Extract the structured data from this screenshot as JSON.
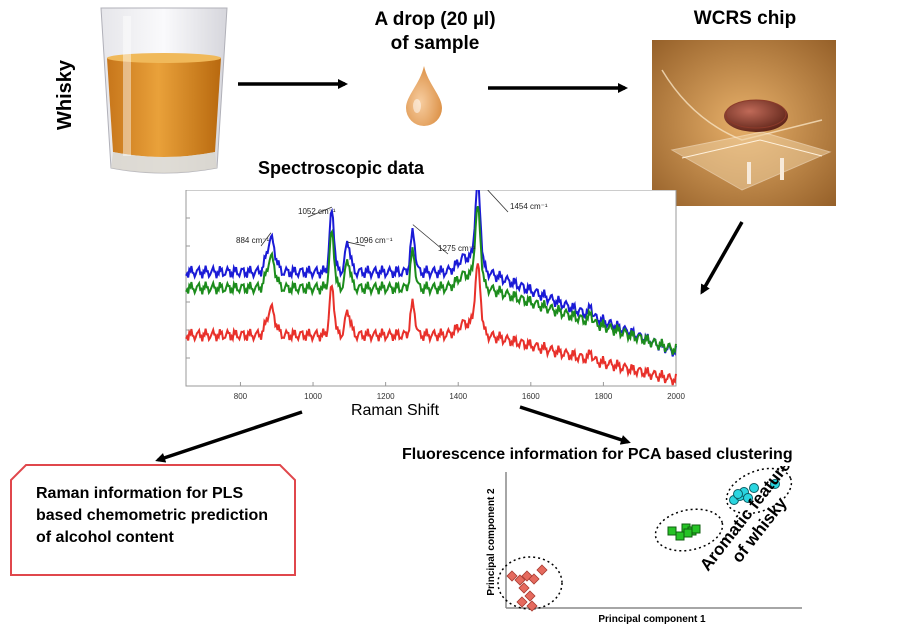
{
  "labels": {
    "whisky": "Whisky",
    "drop_line1": "A drop (20 µl)",
    "drop_line2": "of sample",
    "chip": "WCRS chip",
    "spectroscopic": "Spectroscopic data",
    "fluorescence": "Fluorescence information for PCA based clustering",
    "raman_box": "Raman information for PLS based chemometric prediction of alcohol content",
    "aromatic_line1": "Aromatic feature",
    "aromatic_line2": "of whisky"
  },
  "spectrum": {
    "xlabel": "Raman Shift",
    "x_ticks": [
      "800",
      "1000",
      "1200",
      "1400",
      "1600",
      "1800",
      "2000"
    ],
    "xlim": [
      650,
      2000
    ],
    "peaks": [
      {
        "label": "884 cm⁻¹",
        "x": 884
      },
      {
        "label": "1052 cm⁻¹",
        "x": 1052
      },
      {
        "label": "1096 cm⁻¹",
        "x": 1096
      },
      {
        "label": "1275 cm⁻¹",
        "x": 1275
      },
      {
        "label": "1454 cm⁻¹",
        "x": 1454
      }
    ],
    "series_colors": [
      "#1a1ad6",
      "#1c8c1c",
      "#e8302a"
    ]
  },
  "pca": {
    "xlabel": "Principal component 1",
    "ylabel": "Principal component 2",
    "group_colors": {
      "diamonds": "#e56a5e",
      "squares": "#26c326",
      "circles": "#2ad6e0"
    }
  },
  "colors": {
    "box_border": "#e0474c"
  }
}
